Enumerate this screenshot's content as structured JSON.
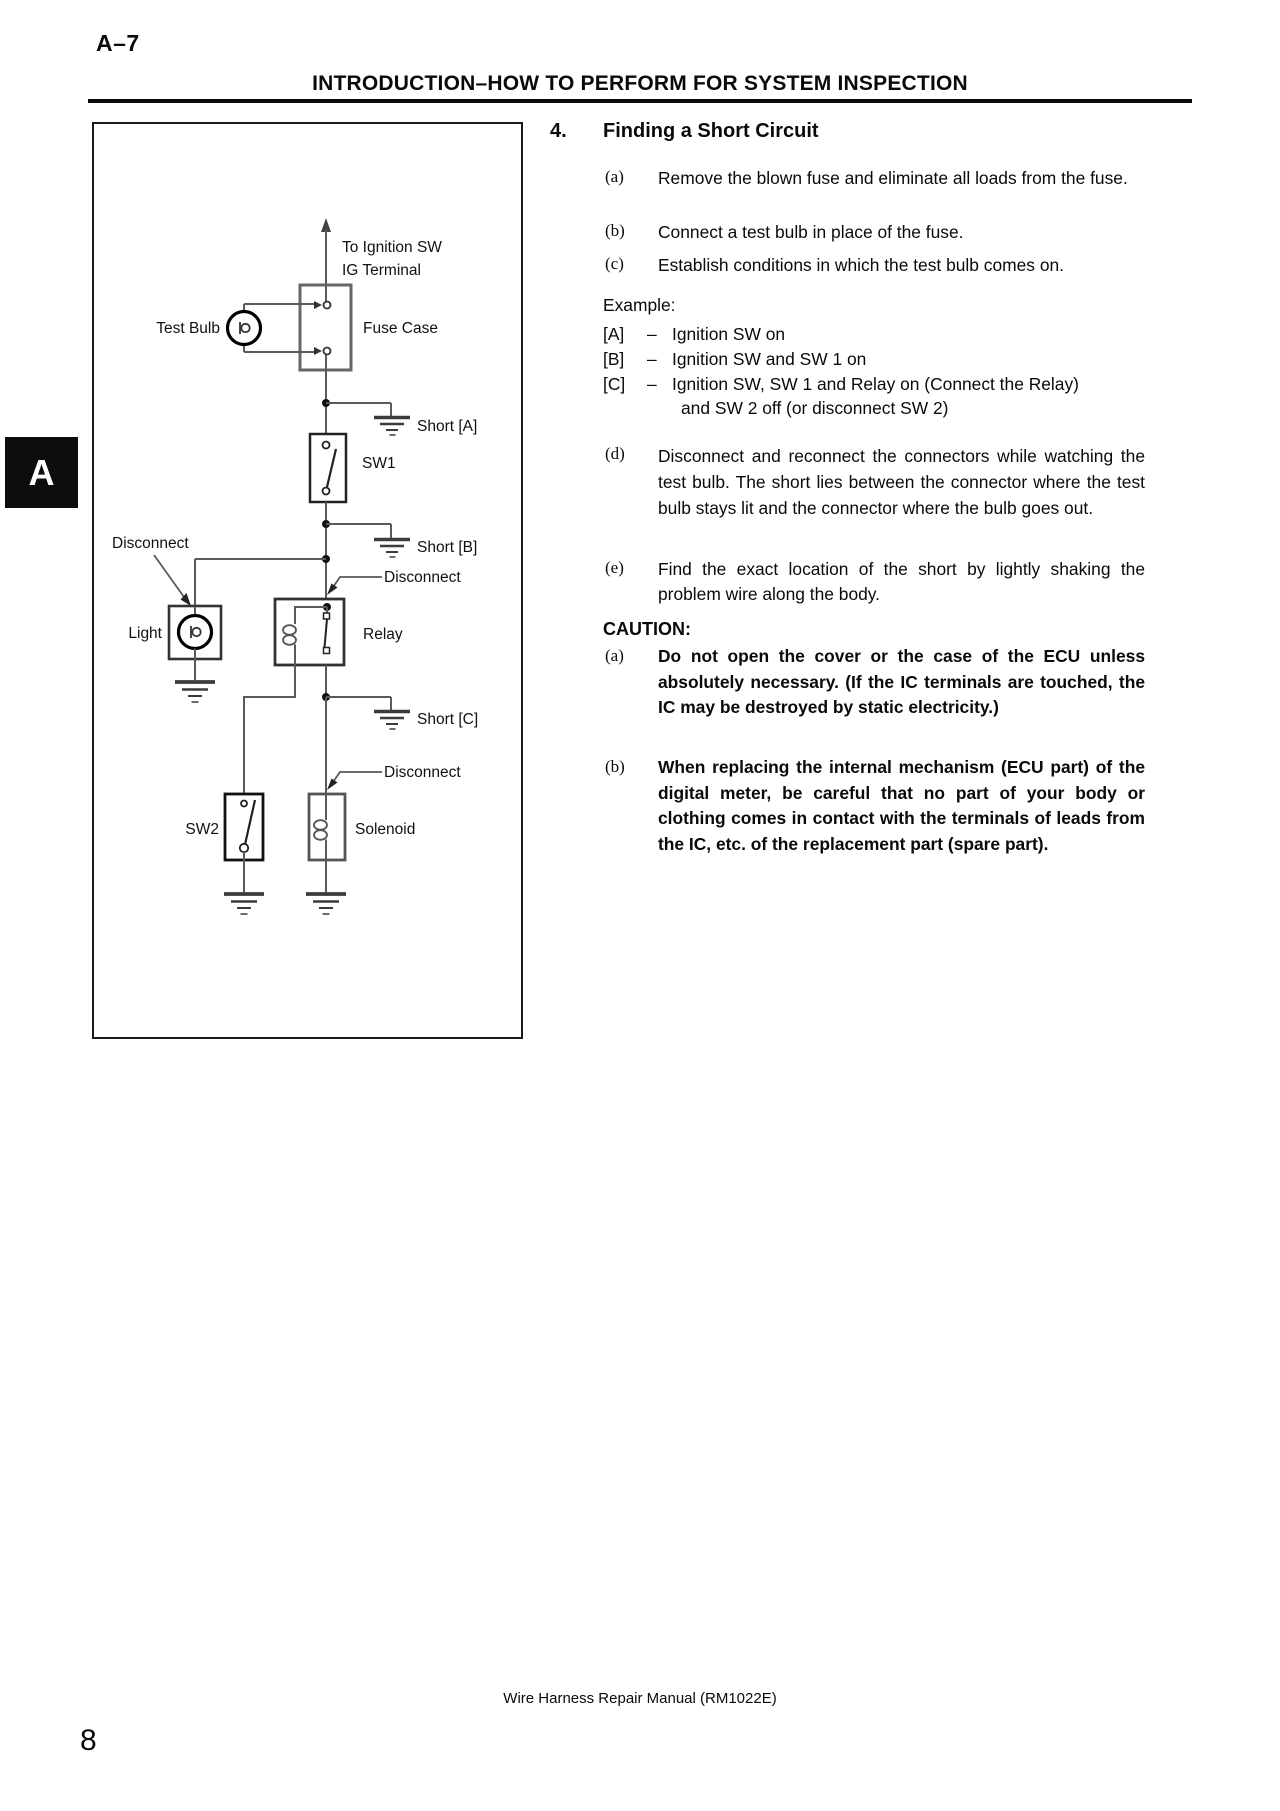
{
  "page": {
    "header_left": "A–7",
    "title": "INTRODUCTION–HOW TO PERFORM FOR SYSTEM INSPECTION",
    "side_tab": "A",
    "footer": "Wire Harness Repair Manual (RM1022E)",
    "page_number": "8"
  },
  "section": {
    "number": "4.",
    "title": "Finding a Short Circuit",
    "steps": [
      {
        "label": "(a)",
        "text": "Remove the blown fuse and eliminate all loads from the fuse."
      },
      {
        "label": "(b)",
        "text": "Connect a test bulb in place of the fuse."
      },
      {
        "label": "(c)",
        "text": "Establish conditions in which the test bulb comes on."
      }
    ],
    "example": {
      "heading": "Example:",
      "items": [
        {
          "label": "[A]",
          "dash": "–",
          "text": "Ignition SW on"
        },
        {
          "label": "[B]",
          "dash": "–",
          "text": "Ignition SW and SW 1 on"
        },
        {
          "label": "[C]",
          "dash": "–",
          "text": "Ignition SW, SW 1 and Relay on (Connect the Relay)",
          "cont": "and SW 2 off (or disconnect SW 2)"
        }
      ]
    },
    "steps2": [
      {
        "label": "(d)",
        "text": "Disconnect and reconnect the connectors while watching the test bulb. The short lies between the connector where the test bulb stays lit and the connector where the bulb goes out."
      },
      {
        "label": "(e)",
        "text": "Find the exact location of the short by lightly shaking the problem wire along the body."
      }
    ],
    "caution": {
      "heading": "CAUTION:",
      "items": [
        {
          "label": "(a)",
          "text": "Do not open the cover or the case of the ECU unless absolutely necessary. (If the IC terminals are touched, the IC may be destroyed by static electricity.)"
        },
        {
          "label": "(b)",
          "text": "When replacing the internal mechanism (ECU part) of the digital meter, be careful that no part of your body or clothing comes in contact with the terminals of leads from the IC, etc. of the replacement part (spare part)."
        }
      ]
    }
  },
  "diagram": {
    "to_ignition_line1": "To Ignition SW",
    "to_ignition_line2": "IG Terminal",
    "test_bulb": "Test Bulb",
    "fuse_case": "Fuse Case",
    "short_a": "Short [A]",
    "sw1": "SW1",
    "disconnect_left": "Disconnect",
    "short_b": "Short [B]",
    "disconnect_relay": "Disconnect",
    "light": "Light",
    "relay": "Relay",
    "short_c": "Short [C]",
    "disconnect_solenoid": "Disconnect",
    "sw2": "SW2",
    "solenoid": "Solenoid"
  },
  "colors": {
    "ink": "#0a0a0a",
    "wire": "#5a5a5a",
    "paper": "#ffffff"
  }
}
